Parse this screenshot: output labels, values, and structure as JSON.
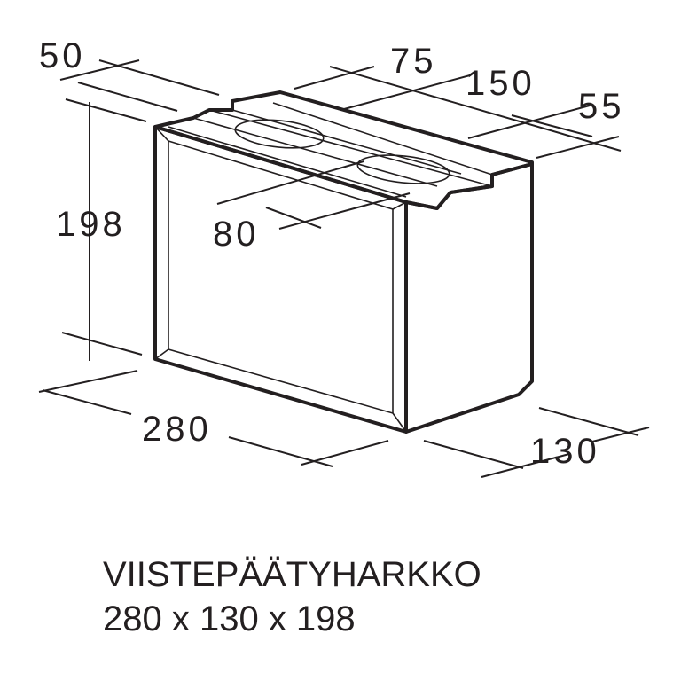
{
  "dimensions": {
    "d50": "50",
    "d75": "75",
    "d150": "150",
    "d55": "55",
    "d198": "198",
    "d80": "80",
    "d280": "280",
    "d130": "130"
  },
  "caption": {
    "title": "VIISTEPÄÄTYHARKKO",
    "size": "280 x 130 x 198"
  },
  "colors": {
    "line": "#231f20",
    "face_fill": "#e6e6e6",
    "background": "#ffffff"
  }
}
